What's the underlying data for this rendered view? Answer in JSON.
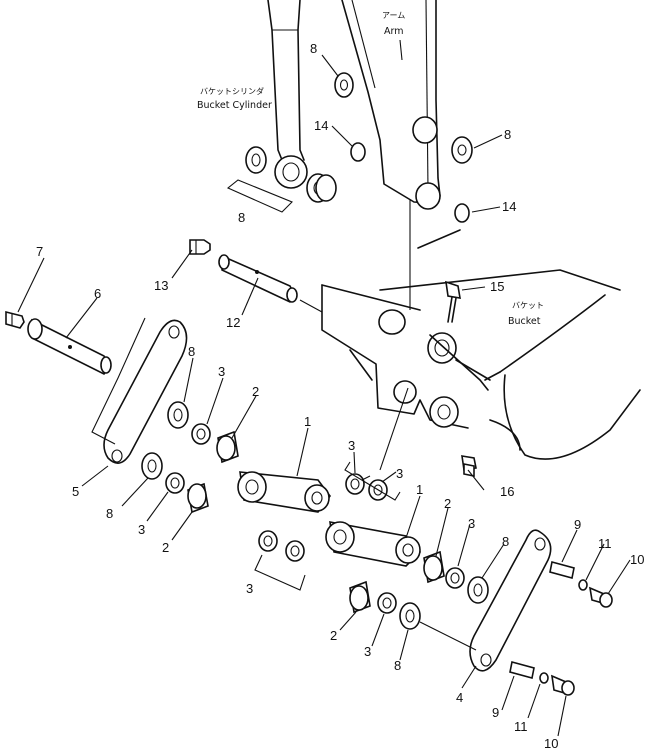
{
  "captions": {
    "arm_jp": "アーム",
    "arm_en": "Arm",
    "cylinder_jp": "バケットシリンダ",
    "cylinder_en": "Bucket Cylinder",
    "bucket_jp": "バケット",
    "bucket_en": "Bucket"
  },
  "callouts": [
    "1",
    "2",
    "3",
    "4",
    "5",
    "6",
    "7",
    "8",
    "9",
    "10",
    "11",
    "12",
    "13",
    "14",
    "15",
    "16"
  ]
}
